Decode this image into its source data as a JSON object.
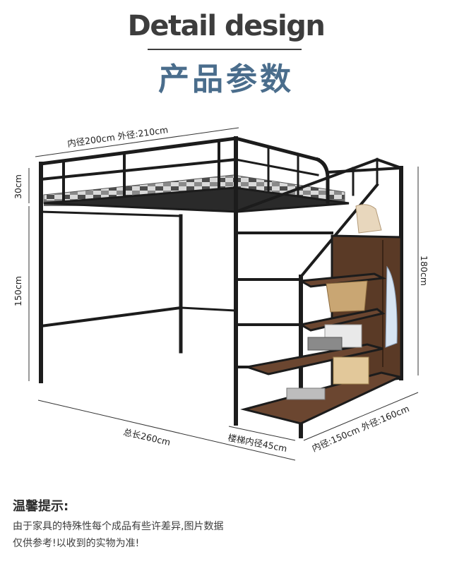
{
  "header": {
    "title_en": "Detail design",
    "title_cn": "产品参数"
  },
  "dimensions": {
    "inner_width": "内径200cm 外径:210cm",
    "guard_height": "30cm",
    "under_height": "150cm",
    "total_height": "180cm",
    "total_length": "总长260cm",
    "stair_inner": "楼梯内径45cm",
    "depth": "内径:150cm 外径:160cm"
  },
  "notice": {
    "title": "温馨提示:",
    "line1": "由于家具的特殊性每个成品有些许差异,图片数据",
    "line2": "仅供参考!以收到的实物为准!"
  },
  "colors": {
    "frame": "#1c1c1c",
    "wood": "#5a3a26",
    "title_cn": "#4a6d8c"
  }
}
